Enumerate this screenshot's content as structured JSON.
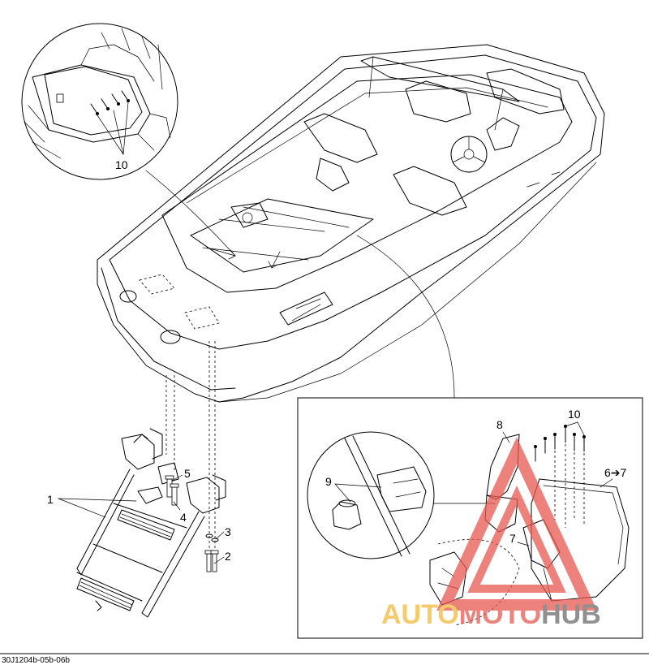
{
  "callouts": {
    "c1": "1",
    "c2": "2",
    "c3": "3",
    "c4": "4",
    "c5": "5",
    "c6": "6➔7",
    "c7": "7",
    "c8": "8",
    "c9": "9",
    "c10_detail": "10",
    "c10_inset": "10"
  },
  "caption": "30J1204b-05b-06b",
  "watermark": {
    "part1": "AUTO",
    "part2": "MOTO",
    "part3": "HUB",
    "colors": {
      "auto": "#f2b93a",
      "moto": "#e8584f",
      "hub": "#6b6b6b"
    }
  }
}
